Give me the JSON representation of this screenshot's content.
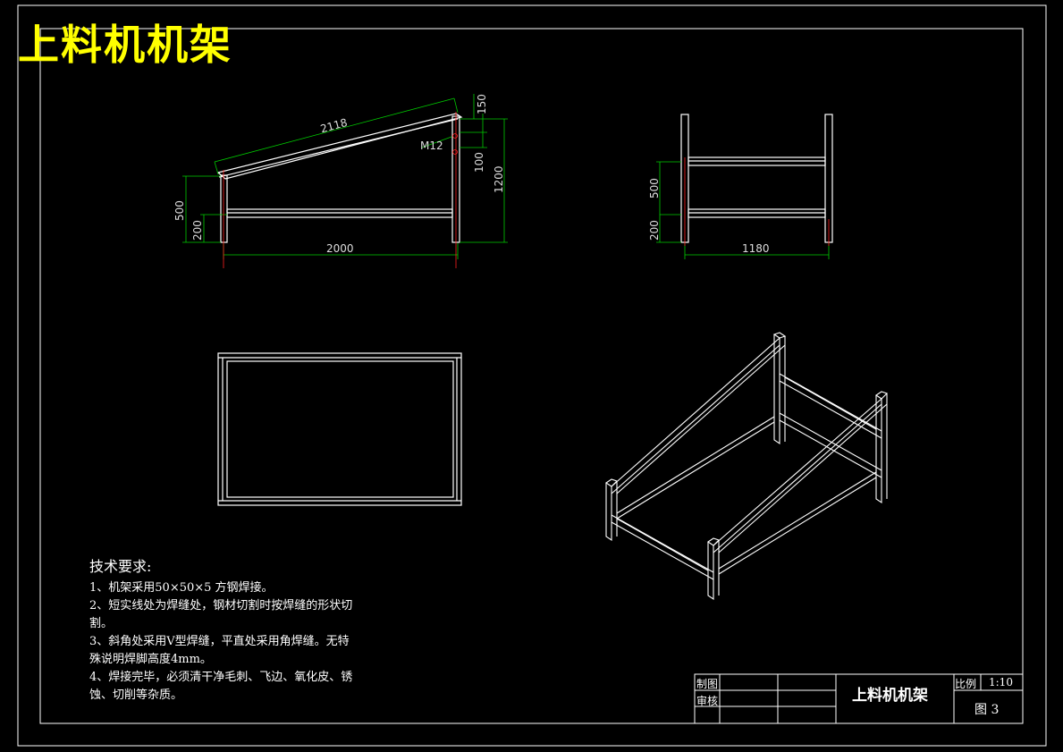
{
  "title": "上料机机架",
  "dimensions": {
    "side_length": "2118",
    "side_rise": "150",
    "side_bolt": "M12",
    "side_gap": "100",
    "side_height": "1200",
    "side_mid": "500",
    "side_low": "200",
    "side_width": "2000",
    "front_mid": "500",
    "front_low": "200",
    "front_width": "1180"
  },
  "notes": {
    "heading": "技术要求:",
    "lines": [
      "1、机架采用50×50×5 方钢焊接。",
      "2、短实线处为焊缝处，钢材切割时按焊缝的形状切",
      "割。",
      "3、斜角处采用V型焊缝，平直处采用角焊缝。无特",
      "殊说明焊脚高度4mm。",
      "4、焊接完毕，必须清干净毛刺、飞边、氧化皮、锈",
      "蚀、切削等杂质。"
    ]
  },
  "title_block": {
    "drawn_label": "制图",
    "check_label": "审核",
    "name": "上料机机架",
    "scale_label": "比例",
    "scale_value": "1:10",
    "sheet": "图 3"
  },
  "colors": {
    "background": "#000000",
    "line": "#ffffff",
    "dimension": "#00ff00",
    "center": "#ff0000",
    "title": "#ffff00"
  }
}
